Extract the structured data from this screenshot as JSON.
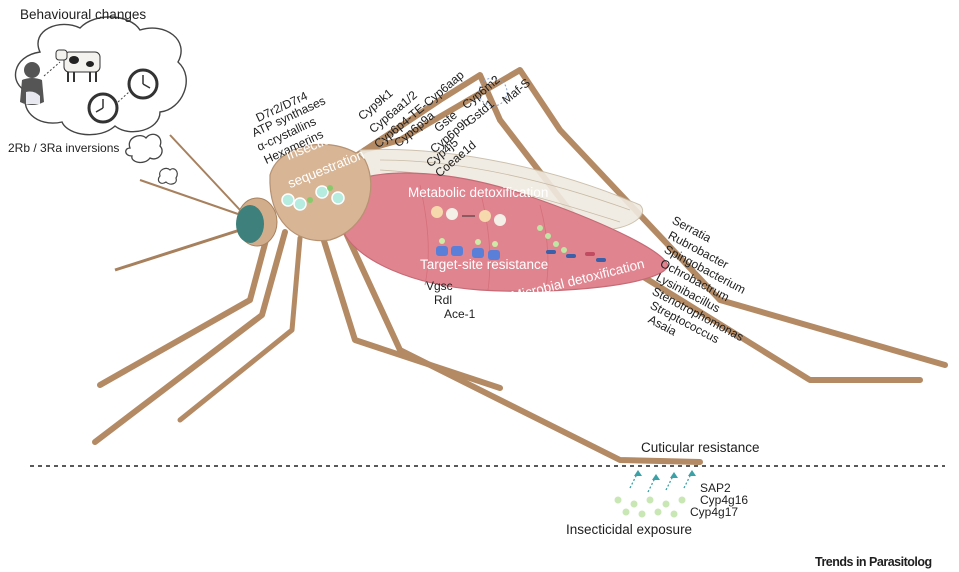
{
  "behaviour": {
    "title": "Behavioural changes",
    "inversions": "2Rb / 3Ra inversions"
  },
  "sequestration": {
    "title": "Insecticide sequestration",
    "genes": [
      "D7r2/D7r4",
      "ATP synthases",
      "α-crystallins",
      "Hexamerins"
    ]
  },
  "metabolic": {
    "title": "Metabolic detoxification",
    "genes": [
      "Cyp9k1",
      "Cyp6aa1/2",
      "Cyp6p4-TE-Cyp6aap",
      "Cyp6p9a",
      "Gste",
      "Cyp6p9b",
      "Cyp4j5",
      "Coeae1d",
      "Cyp6m2",
      "Gstd1",
      "Maf-S"
    ]
  },
  "target_site": {
    "title": "Target-site resistance",
    "genes": [
      "Vgsc",
      "Rdl",
      "Ace-1"
    ]
  },
  "microbial": {
    "title": "Microbial detoxification",
    "genera": [
      "Serratia",
      "Rubrobacter",
      "Spingobacterium",
      "Ochrobactrum",
      "Lysinibacillus",
      "Stenotrophomonas",
      "Streptococcus",
      "Asaia"
    ]
  },
  "cuticular": {
    "title": "Cuticular resistance",
    "genes": [
      "SAP2",
      "Cyp4g16",
      "Cyp4g17"
    ]
  },
  "exposure": {
    "title": "Insecticidal exposure"
  },
  "footer": {
    "journal": "Trends in Parasitolog"
  },
  "colors": {
    "leg": "#c9a27e",
    "leg_stroke": "#9b7452",
    "abdomen": "#e0838f",
    "thorax": "#d6b394",
    "eye": "#3f7f7a",
    "wing": "#ede8dd",
    "cyan": "#9ddfd3",
    "green_dot": "#bde0a5",
    "arrow": "#3a9fa0"
  }
}
